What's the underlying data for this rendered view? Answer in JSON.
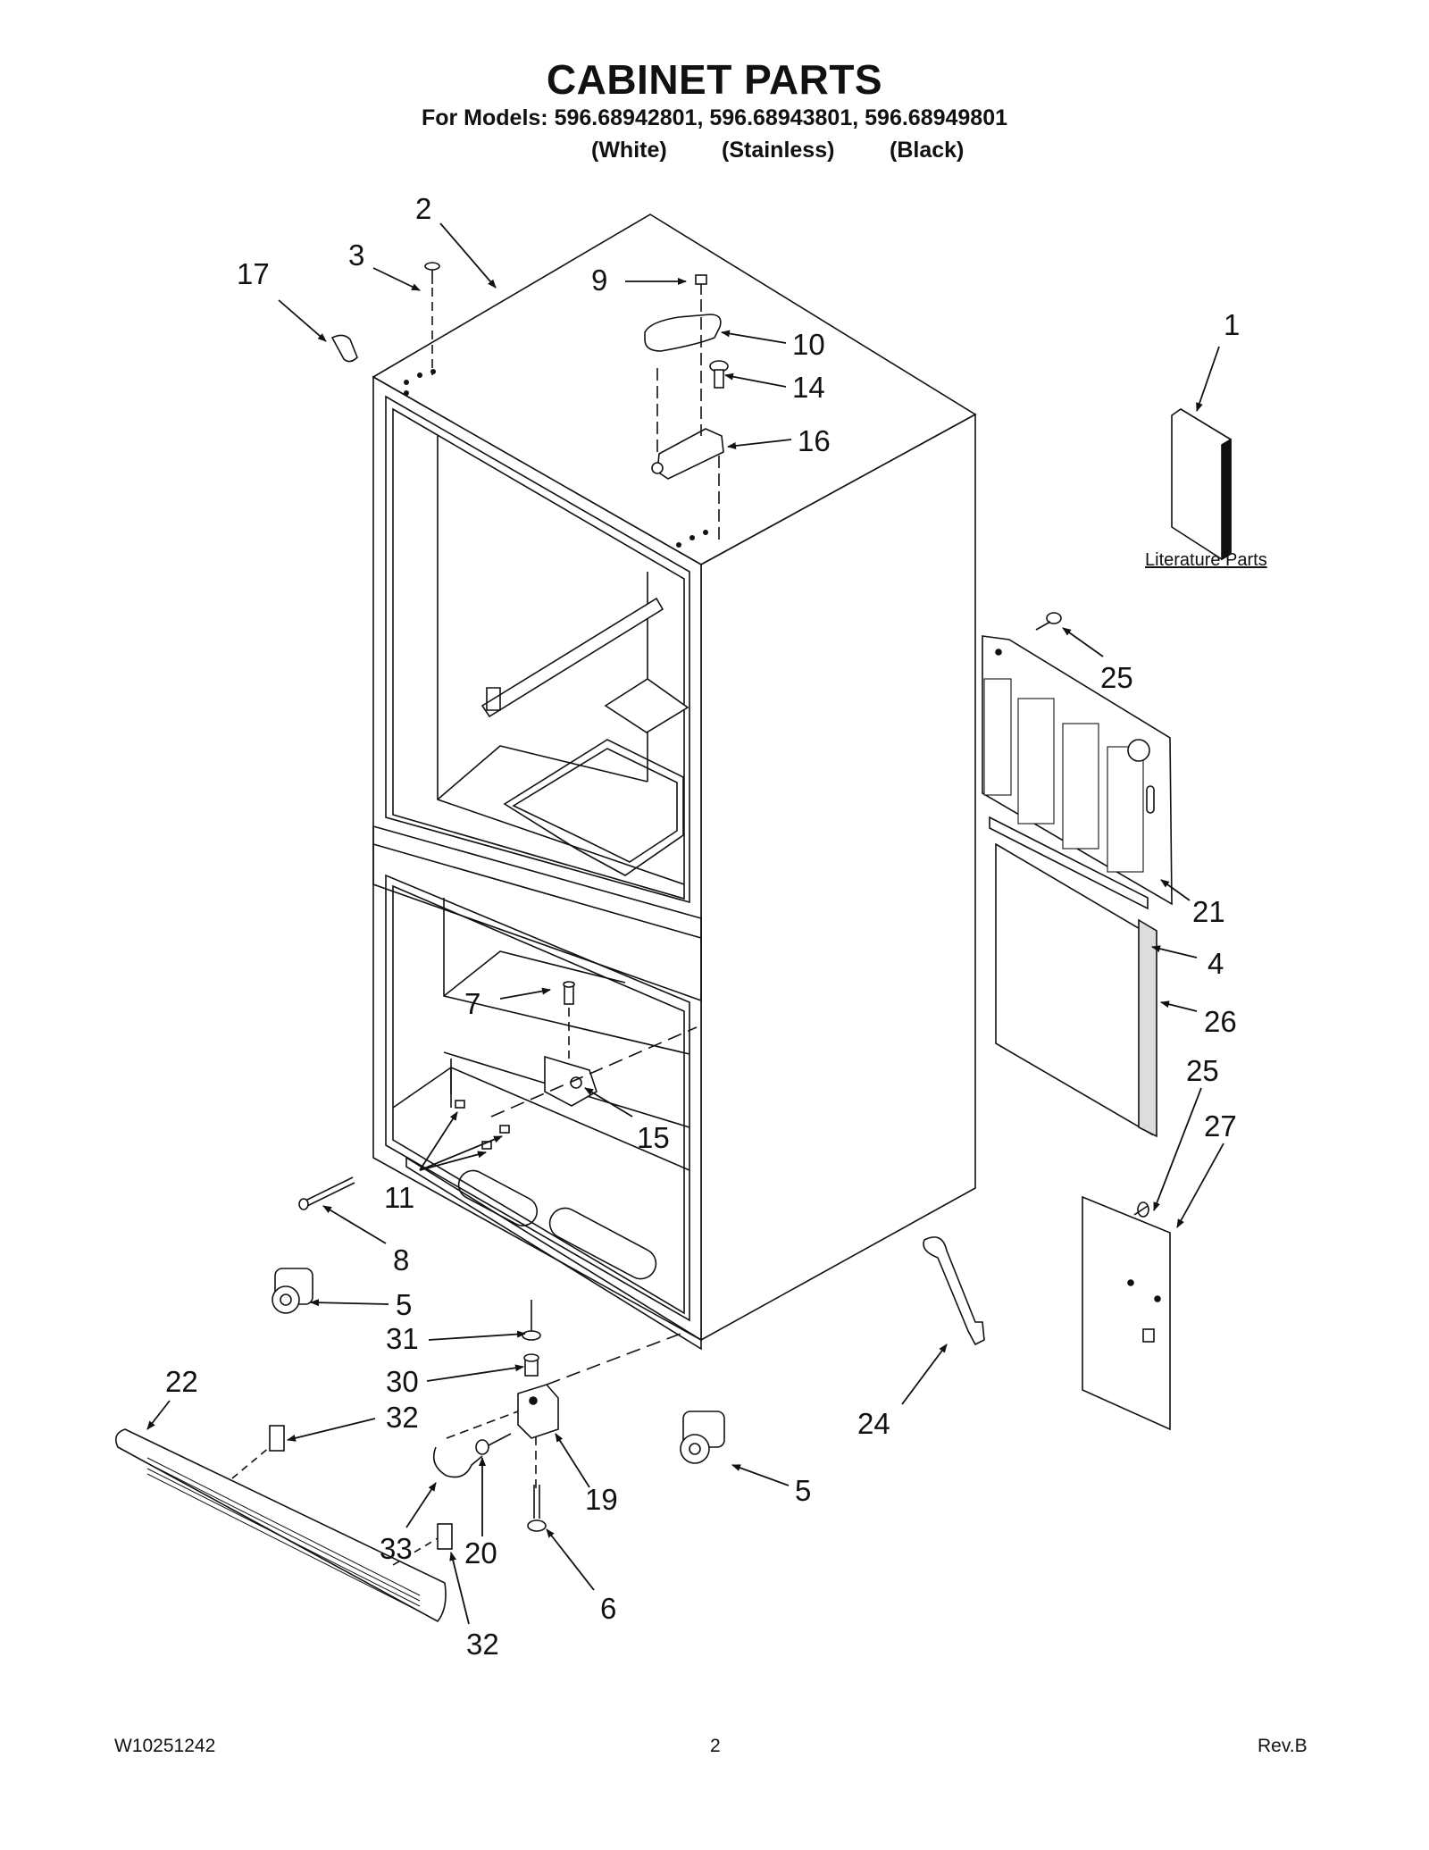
{
  "header": {
    "title": "CABINET PARTS",
    "models_line": "For Models: 596.68942801, 596.68943801, 596.68949801",
    "variants": [
      "(White)",
      "(Stainless)",
      "(Black)"
    ]
  },
  "literature_label": "Literature Parts",
  "callouts": [
    "1",
    "2",
    "3",
    "4",
    "5",
    "5",
    "6",
    "7",
    "8",
    "9",
    "10",
    "11",
    "14",
    "15",
    "16",
    "17",
    "19",
    "20",
    "21",
    "22",
    "24",
    "25",
    "25",
    "26",
    "27",
    "30",
    "31",
    "32",
    "32",
    "33"
  ],
  "footer": {
    "doc_number": "W10251242",
    "page_number": "2",
    "revision": "Rev.B"
  }
}
